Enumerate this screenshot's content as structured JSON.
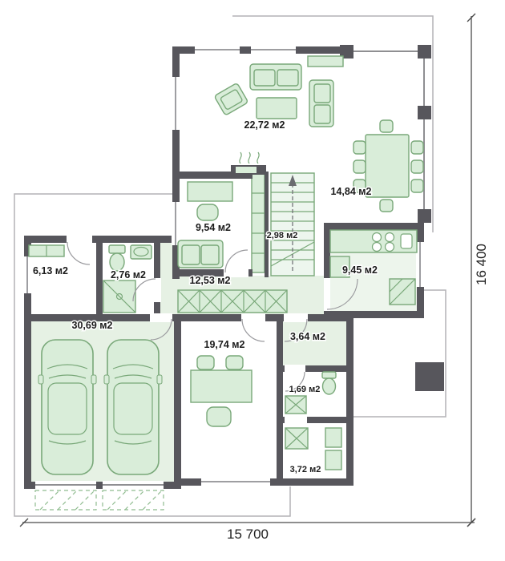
{
  "plan": {
    "rooms": [
      {
        "id": "living-room",
        "area": "22,72 м2"
      },
      {
        "id": "dining-room",
        "area": "14,84 м2"
      },
      {
        "id": "cabinet",
        "area": "9,54 м2"
      },
      {
        "id": "stairs",
        "area": "2,98 м2"
      },
      {
        "id": "kitchen",
        "area": "9,45 м2"
      },
      {
        "id": "utility-room",
        "area": "6,13 м2"
      },
      {
        "id": "bathroom",
        "area": "2,76 м2"
      },
      {
        "id": "hallway",
        "area": "12,53 м2"
      },
      {
        "id": "garage",
        "area": "30,69 м2"
      },
      {
        "id": "office",
        "area": "19,74 м2"
      },
      {
        "id": "laundry",
        "area": "3,64 м2"
      },
      {
        "id": "wc",
        "area": "1,69 м2"
      },
      {
        "id": "boiler-room",
        "area": "3,72 м2"
      }
    ],
    "dimensions": {
      "width": "15 700",
      "height": "16 400"
    },
    "colors": {
      "wall": "#57565c",
      "furniture_fill": "#d9edd9",
      "furniture_stroke": "#79a879",
      "floor_tint": "#e6f1e4"
    }
  }
}
